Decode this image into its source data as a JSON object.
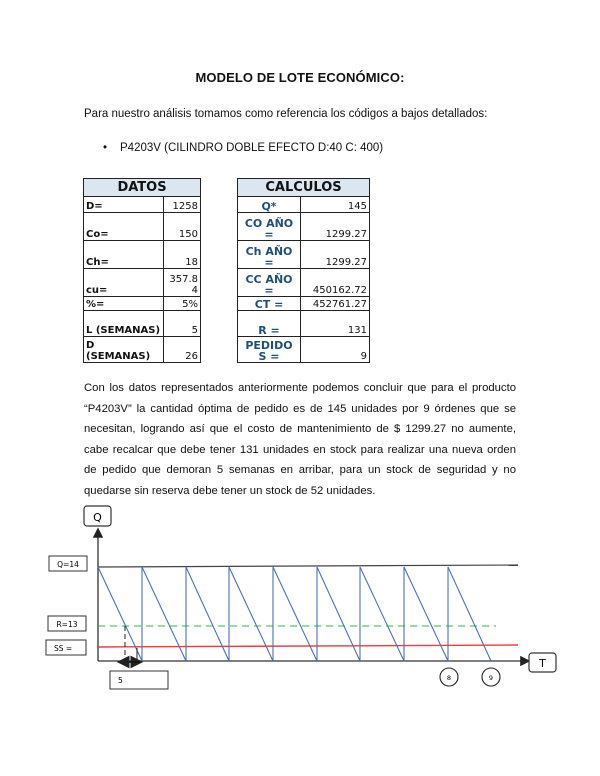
{
  "title": "MODELO DE LOTE ECONÓMICO:",
  "intro": "Para nuestro análisis tomamos como referencia los códigos a bajos detallados:",
  "bullet": {
    "marker": "•",
    "text": "P4203V (CILINDRO DOBLE EFECTO D:40 C: 400)"
  },
  "datos": {
    "header": "DATOS",
    "rows": [
      {
        "label": "D=",
        "value": "1258"
      },
      {
        "label": "Co=",
        "value": "150"
      },
      {
        "label": "Ch=",
        "value": "18"
      },
      {
        "label": "cu=",
        "value": "357.84"
      },
      {
        "label": "%=",
        "value": "5%"
      },
      {
        "label": "L (SEMANAS)",
        "value": "5"
      },
      {
        "label": "D (SEMANAS)",
        "value": "26"
      }
    ]
  },
  "calculos": {
    "header": "CALCULOS",
    "rows": [
      {
        "label": "Q*",
        "value": "145"
      },
      {
        "label": "CO AÑO =",
        "value": "1299.27"
      },
      {
        "label": "Ch AÑO =",
        "value": "1299.27"
      },
      {
        "label": "CC AÑO =",
        "value": "450162.72"
      },
      {
        "label": "CT =",
        "value": "452761.27"
      },
      {
        "label": "R =",
        "value": "131"
      },
      {
        "label": "PEDIDO S =",
        "value": "9"
      }
    ]
  },
  "conclusion": "Con los datos representados anteriormente podemos concluir que para el producto “P4203V” la cantidad óptima de pedido es de 145 unidades por  9 órdenes que se necesitan, logrando así que el costo de mantenimiento de $ 1299.27 no aumente, cabe recalcar que debe tener 131 unidades en stock para realizar una nueva orden de pedido que demoran 5 semanas en arribar, para un stock de seguridad y no quedarse sin reserva debe tener un stock de 52 unidades.",
  "diagram": {
    "y_axis_label": "Q",
    "x_axis_label": "T",
    "q_label": "Q=14",
    "r_label": "R=13",
    "ss_label": "SS =",
    "lead_time_label": "5",
    "cycle_markers": [
      "8",
      "9"
    ],
    "colors": {
      "sawtooth": "#4a72b0",
      "reorder": "#2eb84a",
      "safety": "#f03c3c",
      "axis": "#333333"
    }
  }
}
